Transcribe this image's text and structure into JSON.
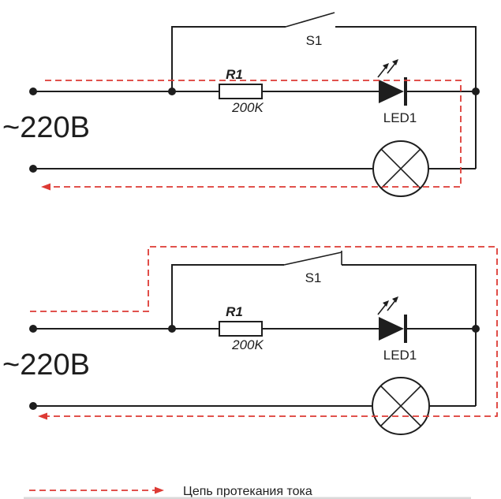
{
  "colors": {
    "wire": "#1e1e1e",
    "current": "#dd3a34",
    "text": "#1e1e1e",
    "artifact": "#d9d9d9"
  },
  "legend": {
    "label": "Цепь протекания тока"
  },
  "circuits": [
    {
      "state": "switch-open",
      "source_label": "~220В",
      "switch_label": "S1",
      "resistor_ref": "R1",
      "resistor_value": "200K",
      "led_label": "LED1"
    },
    {
      "state": "switch-closed",
      "source_label": "~220В",
      "switch_label": "S1",
      "resistor_ref": "R1",
      "resistor_value": "200K",
      "led_label": "LED1"
    }
  ]
}
